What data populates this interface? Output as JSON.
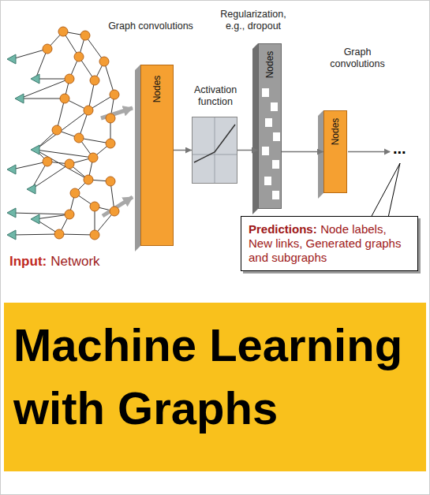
{
  "diagram": {
    "title": "Machine Learning with Graphs",
    "nodes": [
      {
        "text": [
          "Graph convolutions",
          "Nodes"
        ]
      },
      {
        "text": [
          "Activation function"
        ]
      },
      {
        "text": [
          "Regularization, e.g., dropout",
          "Nodes"
        ]
      },
      {
        "text": [
          "Graph convolutions",
          "Nodes"
        ]
      },
      {
        "text": [
          "Predictions:",
          "Node labels, New links, Generated graphs and subgraphs"
        ]
      }
    ],
    "edges": [
      {
        "from": 0,
        "to": 1,
        "arrow": "to"
      },
      {
        "from": 1,
        "to": 2,
        "arrow": "to"
      },
      {
        "from": 2,
        "to": 3,
        "arrow": "to"
      }
    ],
    "labels": [
      "Input:",
      "Network",
      "..."
    ]
  }
}
